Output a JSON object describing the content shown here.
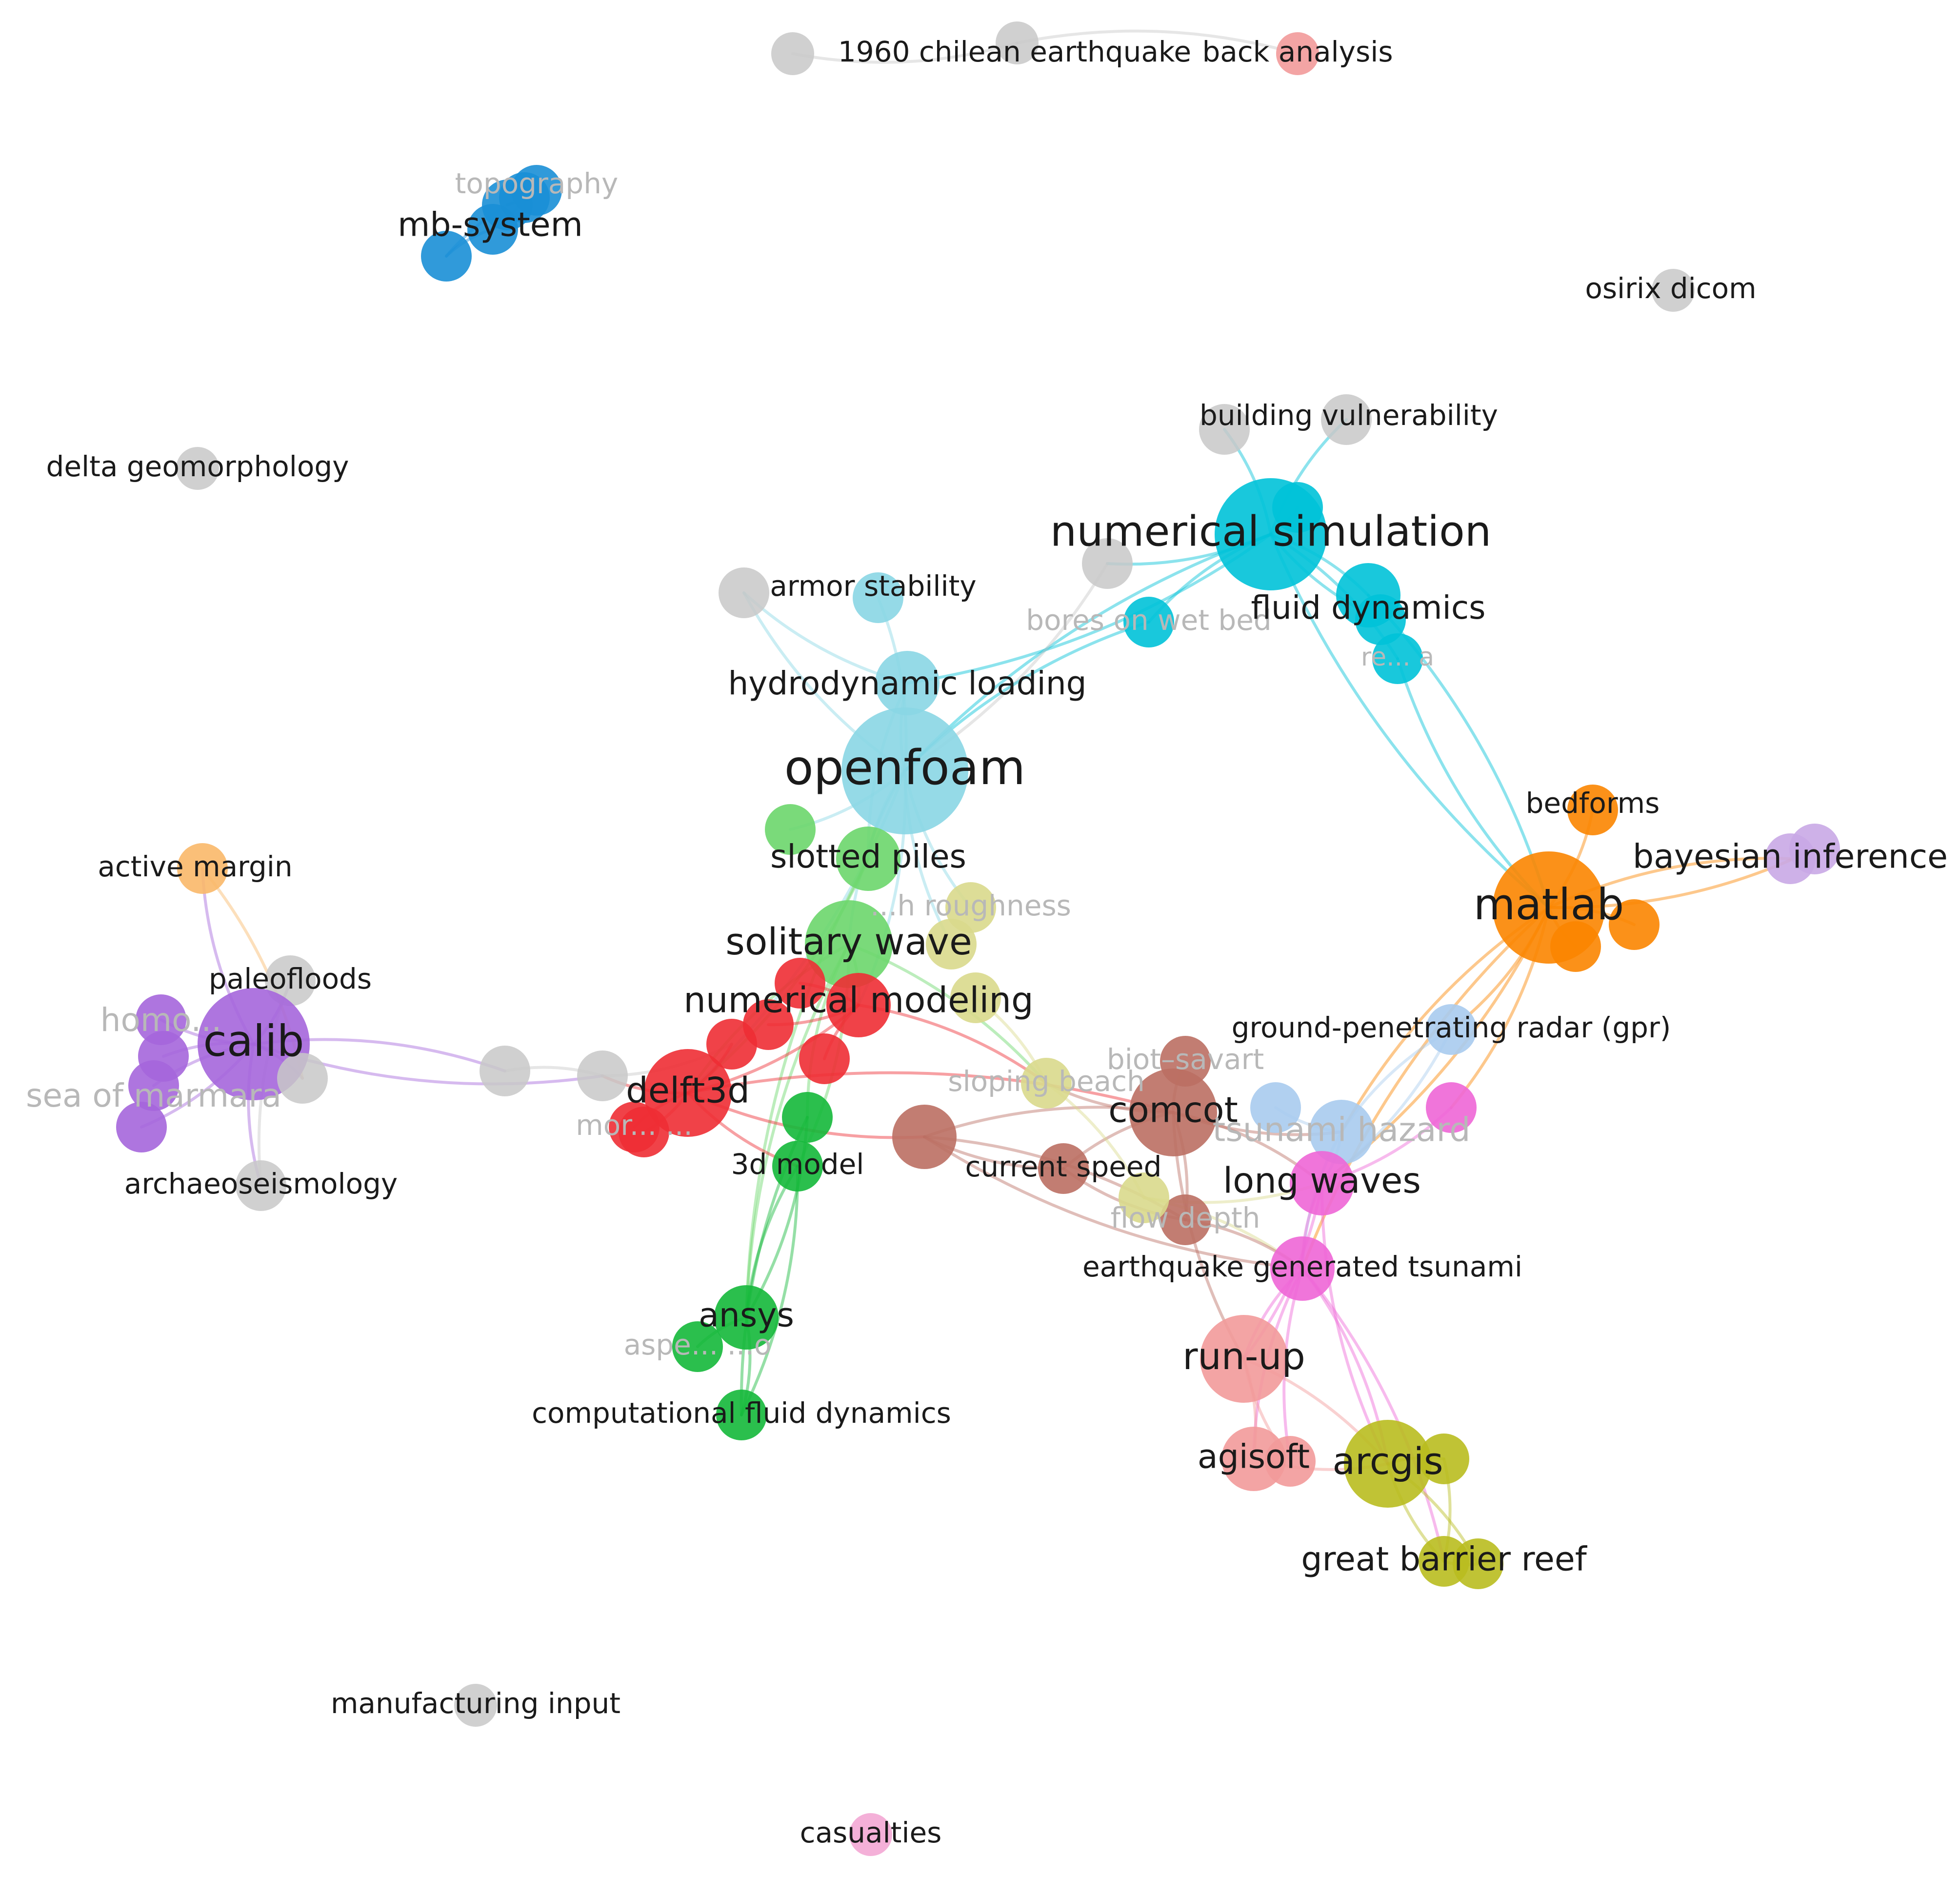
{
  "palette": {
    "gray": "#c8c8c8",
    "blue": "#1a8fd6",
    "cyan": "#00c2d8",
    "lightcyan": "#8ad6e4",
    "green": "#6bd66b",
    "darkgreen": "#14b83a",
    "red": "#ee2d34",
    "olive": "#b9bd1f",
    "khaki": "#d9d98c",
    "brown": "#bb6f63",
    "salmon": "#f29a9a",
    "pink": "#ee66d6",
    "orange": "#fb8500",
    "lightorange": "#f9b869",
    "purple": "#a566dc",
    "lavender": "#c9a8e6",
    "lightblue": "#a9cbee",
    "lightpink": "#f3a7d4"
  },
  "nodes": [
    {
      "id": "chile_1960",
      "label": "1960 chilean earthquake",
      "color": "gray",
      "weight": 0
    },
    {
      "id": "chile_b",
      "label": "",
      "color": "gray",
      "weight": 0
    },
    {
      "id": "back_analysis",
      "label": "back analysis",
      "color": "salmon",
      "weight": 0
    },
    {
      "id": "mb_system",
      "label": "mb-system",
      "color": "blue",
      "weight": 1
    },
    {
      "id": "mb_b",
      "label": "",
      "color": "blue",
      "weight": 1
    },
    {
      "id": "mb_c",
      "label": "",
      "color": "blue",
      "weight": 1
    },
    {
      "id": "topography",
      "label": "topography",
      "color": "blue",
      "weight": 1,
      "faded": true
    },
    {
      "id": "topo_b",
      "label": "",
      "color": "blue",
      "weight": 1
    },
    {
      "id": "osirix",
      "label": "osirix dicom",
      "color": "gray",
      "weight": 0
    },
    {
      "id": "delta",
      "label": "delta geomorphology",
      "color": "gray",
      "weight": 0
    },
    {
      "id": "building_vul",
      "label": "building vulnerability",
      "color": "gray",
      "weight": 1
    },
    {
      "id": "bv_b",
      "label": "",
      "color": "gray",
      "weight": 1
    },
    {
      "id": "numsim",
      "label": "numerical simulation",
      "color": "cyan",
      "weight": 4
    },
    {
      "id": "ns_b",
      "label": "",
      "color": "cyan",
      "weight": 1
    },
    {
      "id": "ns_c",
      "label": "",
      "color": "gray",
      "weight": 1
    },
    {
      "id": "armor",
      "label": "armor stability",
      "color": "gray",
      "weight": 1
    },
    {
      "id": "armor_b",
      "label": "",
      "color": "lightcyan",
      "weight": 1
    },
    {
      "id": "bores",
      "label": "bores on wet bed",
      "color": "cyan",
      "weight": 1,
      "faded": true
    },
    {
      "id": "fluid_dyn",
      "label": "fluid dynamics",
      "color": "cyan",
      "weight": 2
    },
    {
      "id": "fluid_b",
      "label": "",
      "color": "cyan",
      "weight": 1
    },
    {
      "id": "reflex",
      "label": "re... a",
      "color": "cyan",
      "weight": 1,
      "faded": true
    },
    {
      "id": "hydro",
      "label": "hydrodynamic loading",
      "color": "lightcyan",
      "weight": 2
    },
    {
      "id": "openfoam",
      "label": "openfoam",
      "color": "lightcyan",
      "weight": 5
    },
    {
      "id": "bedforms",
      "label": "bedforms",
      "color": "orange",
      "weight": 1
    },
    {
      "id": "matlab",
      "label": "matlab",
      "color": "orange",
      "weight": 4
    },
    {
      "id": "mat_b",
      "label": "",
      "color": "orange",
      "weight": 1
    },
    {
      "id": "mat_c",
      "label": "",
      "color": "orange",
      "weight": 1
    },
    {
      "id": "bayes",
      "label": "bayesian inference",
      "color": "lavender",
      "weight": 1
    },
    {
      "id": "bayes_b",
      "label": "",
      "color": "lavender",
      "weight": 1
    },
    {
      "id": "active_margin",
      "label": "active margin",
      "color": "lightorange",
      "weight": 1
    },
    {
      "id": "paleofloods",
      "label": "paleofloods",
      "color": "gray",
      "weight": 1
    },
    {
      "id": "calib",
      "label": "calib",
      "color": "purple",
      "weight": 4
    },
    {
      "id": "homo",
      "label": "homo...",
      "color": "purple",
      "weight": 1,
      "faded": true
    },
    {
      "id": "sea_marmara",
      "label": "sea of marmara",
      "color": "purple",
      "weight": 1,
      "faded": true
    },
    {
      "id": "purp_c",
      "label": "",
      "color": "purple",
      "weight": 1
    },
    {
      "id": "purp_d",
      "label": "",
      "color": "purple",
      "weight": 1
    },
    {
      "id": "calib_gray",
      "label": "",
      "color": "gray",
      "weight": 1
    },
    {
      "id": "archaeo",
      "label": "archaeoseismology",
      "color": "gray",
      "weight": 1
    },
    {
      "id": "bridge_a",
      "label": "",
      "color": "gray",
      "weight": 1
    },
    {
      "id": "bridge_b",
      "label": "",
      "color": "gray",
      "weight": 1
    },
    {
      "id": "slotted",
      "label": "slotted piles",
      "color": "green",
      "weight": 2
    },
    {
      "id": "slot_b",
      "label": "",
      "color": "green",
      "weight": 1
    },
    {
      "id": "roughness",
      "label": "...h roughness",
      "color": "khaki",
      "weight": 1,
      "faded": true
    },
    {
      "id": "solitary",
      "label": "solitary wave",
      "color": "green",
      "weight": 3
    },
    {
      "id": "sol_b",
      "label": "",
      "color": "khaki",
      "weight": 1
    },
    {
      "id": "nummod",
      "label": "numerical modeling",
      "color": "red",
      "weight": 2
    },
    {
      "id": "red_b",
      "label": "",
      "color": "red",
      "weight": 1
    },
    {
      "id": "red_c",
      "label": "",
      "color": "red",
      "weight": 1
    },
    {
      "id": "red_d",
      "label": "",
      "color": "red",
      "weight": 1
    },
    {
      "id": "delft3d",
      "label": "delft3d",
      "color": "red",
      "weight": 3
    },
    {
      "id": "red_e",
      "label": "",
      "color": "red",
      "weight": 1
    },
    {
      "id": "red_f",
      "label": "",
      "color": "red",
      "weight": 1
    },
    {
      "id": "morpho",
      "label": "mor... ...",
      "color": "red",
      "weight": 1,
      "faded": true
    },
    {
      "id": "green_a",
      "label": "",
      "color": "darkgreen",
      "weight": 1
    },
    {
      "id": "model3d",
      "label": "3d model",
      "color": "darkgreen",
      "weight": 1
    },
    {
      "id": "ansys",
      "label": "ansys",
      "color": "darkgreen",
      "weight": 2
    },
    {
      "id": "aspe",
      "label": "aspe... ...o",
      "color": "darkgreen",
      "weight": 1,
      "faded": true
    },
    {
      "id": "cfd",
      "label": "computational fluid dynamics",
      "color": "darkgreen",
      "weight": 1
    },
    {
      "id": "sloping",
      "label": "sloping beach",
      "color": "khaki",
      "weight": 1,
      "faded": true
    },
    {
      "id": "kh_b",
      "label": "",
      "color": "khaki",
      "weight": 1
    },
    {
      "id": "brown_mid",
      "label": "",
      "color": "brown",
      "weight": 2
    },
    {
      "id": "biot",
      "label": "biot–savart",
      "color": "brown",
      "weight": 1,
      "faded": true
    },
    {
      "id": "comcot",
      "label": "comcot",
      "color": "brown",
      "weight": 3
    },
    {
      "id": "current_speed",
      "label": "current speed",
      "color": "brown",
      "weight": 1
    },
    {
      "id": "flow_depth",
      "label": "flow depth",
      "color": "brown",
      "weight": 1,
      "faded": true
    },
    {
      "id": "kh_c",
      "label": "",
      "color": "khaki",
      "weight": 1
    },
    {
      "id": "gpr",
      "label": "ground-penetrating radar (gpr)",
      "color": "lightblue",
      "weight": 1
    },
    {
      "id": "lb_b",
      "label": "",
      "color": "lightblue",
      "weight": 1
    },
    {
      "id": "tsunami_hazard",
      "label": "tsunami hazard",
      "color": "lightblue",
      "weight": 2,
      "faded": true
    },
    {
      "id": "pink_b",
      "label": "",
      "color": "pink",
      "weight": 1
    },
    {
      "id": "long_waves",
      "label": "long waves",
      "color": "pink",
      "weight": 2
    },
    {
      "id": "eq_tsunami",
      "label": "earthquake generated tsunami",
      "color": "pink",
      "weight": 2
    },
    {
      "id": "runup",
      "label": "run-up",
      "color": "salmon",
      "weight": 3
    },
    {
      "id": "agisoft",
      "label": "agisoft",
      "color": "salmon",
      "weight": 2
    },
    {
      "id": "salmon_b",
      "label": "",
      "color": "salmon",
      "weight": 1
    },
    {
      "id": "arcgis",
      "label": "arcgis",
      "color": "olive",
      "weight": 3
    },
    {
      "id": "olive_b",
      "label": "",
      "color": "olive",
      "weight": 1
    },
    {
      "id": "gbr",
      "label": "great barrier reef",
      "color": "olive",
      "weight": 1
    },
    {
      "id": "olive_c",
      "label": "",
      "color": "olive",
      "weight": 1
    },
    {
      "id": "manufacturing",
      "label": "manufacturing input",
      "color": "gray",
      "weight": 0
    },
    {
      "id": "casualties",
      "label": "casualties",
      "color": "lightpink",
      "weight": 0
    }
  ],
  "edges": [
    [
      "mb_system",
      "mb_b"
    ],
    [
      "mb_b",
      "mb_c"
    ],
    [
      "mb_c",
      "topo_b"
    ],
    [
      "topo_b",
      "topography"
    ],
    [
      "mb_system",
      "topography"
    ],
    [
      "chile_1960",
      "chile_b"
    ],
    [
      "chile_b",
      "back_analysis"
    ],
    [
      "numsim",
      "building_vul"
    ],
    [
      "numsim",
      "bv_b"
    ],
    [
      "numsim",
      "ns_b"
    ],
    [
      "numsim",
      "ns_c"
    ],
    [
      "numsim",
      "bores"
    ],
    [
      "numsim",
      "fluid_dyn"
    ],
    [
      "numsim",
      "fluid_b"
    ],
    [
      "numsim",
      "reflex"
    ],
    [
      "numsim",
      "openfoam"
    ],
    [
      "numsim",
      "hydro"
    ],
    [
      "numsim",
      "matlab"
    ],
    [
      "fluid_dyn",
      "matlab"
    ],
    [
      "reflex",
      "matlab"
    ],
    [
      "ns_c",
      "openfoam"
    ],
    [
      "bores",
      "openfoam"
    ],
    [
      "openfoam",
      "armor"
    ],
    [
      "openfoam",
      "armor_b"
    ],
    [
      "openfoam",
      "hydro"
    ],
    [
      "openfoam",
      "slotted"
    ],
    [
      "openfoam",
      "slot_b"
    ],
    [
      "openfoam",
      "solitary"
    ],
    [
      "openfoam",
      "nummod"
    ],
    [
      "openfoam",
      "roughness"
    ],
    [
      "openfoam",
      "delft3d"
    ],
    [
      "openfoam",
      "sol_b"
    ],
    [
      "hydro",
      "armor"
    ],
    [
      "hydro",
      "slotted"
    ],
    [
      "solitary",
      "nummod"
    ],
    [
      "solitary",
      "delft3d"
    ],
    [
      "solitary",
      "sloping"
    ],
    [
      "solitary",
      "green_a"
    ],
    [
      "solitary",
      "model3d"
    ],
    [
      "solitary",
      "ansys"
    ],
    [
      "slotted",
      "delft3d"
    ],
    [
      "slotted",
      "ansys"
    ],
    [
      "nummod",
      "delft3d"
    ],
    [
      "nummod",
      "red_b"
    ],
    [
      "nummod",
      "red_c"
    ],
    [
      "nummod",
      "red_d"
    ],
    [
      "nummod",
      "sloping"
    ],
    [
      "delft3d",
      "red_e"
    ],
    [
      "delft3d",
      "red_f"
    ],
    [
      "delft3d",
      "morpho"
    ],
    [
      "delft3d",
      "bridge_b"
    ],
    [
      "delft3d",
      "brown_mid"
    ],
    [
      "delft3d",
      "comcot"
    ],
    [
      "delft3d",
      "model3d"
    ],
    [
      "green_a",
      "ansys"
    ],
    [
      "model3d",
      "ansys"
    ],
    [
      "model3d",
      "cfd"
    ],
    [
      "ansys",
      "aspe"
    ],
    [
      "ansys",
      "cfd"
    ],
    [
      "green_a",
      "cfd"
    ],
    [
      "calib",
      "active_margin"
    ],
    [
      "calib",
      "paleofloods"
    ],
    [
      "calib",
      "homo"
    ],
    [
      "calib",
      "sea_marmara"
    ],
    [
      "calib",
      "purp_c"
    ],
    [
      "calib",
      "purp_d"
    ],
    [
      "calib",
      "calib_gray"
    ],
    [
      "calib",
      "archaeo"
    ],
    [
      "calib",
      "bridge_a"
    ],
    [
      "calib",
      "bridge_b"
    ],
    [
      "active_margin",
      "calib_gray"
    ],
    [
      "paleofloods",
      "archaeo"
    ],
    [
      "bridge_a",
      "bridge_b"
    ],
    [
      "bridge_b",
      "red_e"
    ],
    [
      "brown_mid",
      "comcot"
    ],
    [
      "brown_mid",
      "current_speed"
    ],
    [
      "brown_mid",
      "flow_depth"
    ],
    [
      "brown_mid",
      "eq_tsunami"
    ],
    [
      "comcot",
      "biot"
    ],
    [
      "comcot",
      "current_speed"
    ],
    [
      "comcot",
      "flow_depth"
    ],
    [
      "comcot",
      "tsunami_hazard"
    ],
    [
      "comcot",
      "long_waves"
    ],
    [
      "comcot",
      "runup"
    ],
    [
      "comcot",
      "sloping"
    ],
    [
      "sloping",
      "kh_b"
    ],
    [
      "sloping",
      "kh_c"
    ],
    [
      "kh_c",
      "long_waves"
    ],
    [
      "kh_c",
      "eq_tsunami"
    ],
    [
      "matlab",
      "bedforms"
    ],
    [
      "matlab",
      "mat_b"
    ],
    [
      "matlab",
      "mat_c"
    ],
    [
      "matlab",
      "bayes"
    ],
    [
      "matlab",
      "bayes_b"
    ],
    [
      "matlab",
      "gpr"
    ],
    [
      "matlab",
      "tsunami_hazard"
    ],
    [
      "matlab",
      "long_waves"
    ],
    [
      "matlab",
      "eq_tsunami"
    ],
    [
      "matlab",
      "pink_b"
    ],
    [
      "gpr",
      "tsunami_hazard"
    ],
    [
      "gpr",
      "long_waves"
    ],
    [
      "lb_b",
      "tsunami_hazard"
    ],
    [
      "tsunami_hazard",
      "long_waves"
    ],
    [
      "tsunami_hazard",
      "eq_tsunami"
    ],
    [
      "pink_b",
      "long_waves"
    ],
    [
      "long_waves",
      "eq_tsunami"
    ],
    [
      "long_waves",
      "runup"
    ],
    [
      "eq_tsunami",
      "runup"
    ],
    [
      "eq_tsunami",
      "arcgis"
    ],
    [
      "eq_tsunami",
      "agisoft"
    ],
    [
      "eq_tsunami",
      "gbr"
    ],
    [
      "eq_tsunami",
      "salmon_b"
    ],
    [
      "runup",
      "agisoft"
    ],
    [
      "runup",
      "salmon_b"
    ],
    [
      "runup",
      "arcgis"
    ],
    [
      "agisoft",
      "arcgis"
    ],
    [
      "arcgis",
      "olive_b"
    ],
    [
      "arcgis",
      "gbr"
    ],
    [
      "arcgis",
      "olive_c"
    ],
    [
      "gbr",
      "olive_c"
    ],
    [
      "olive_b",
      "gbr"
    ],
    [
      "long_waves",
      "arcgis"
    ],
    [
      "flow_depth",
      "eq_tsunami"
    ],
    [
      "current_speed",
      "flow_depth"
    ]
  ]
}
